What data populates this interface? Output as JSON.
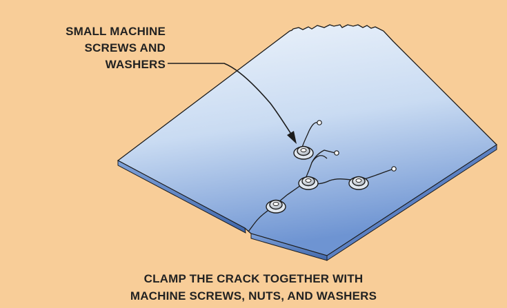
{
  "callout": {
    "line1": "SMALL MACHINE",
    "line2": "SCREWS AND",
    "line3": "WASHERS"
  },
  "caption": {
    "line1": "CLAMP THE CRACK TOGETHER WITH",
    "line2": "MACHINE SCREWS, NUTS, AND WASHERS"
  },
  "colors": {
    "background": "#f8cd98",
    "plate_top_light": "#eef4fb",
    "plate_top_dark": "#6e94d2",
    "plate_edge": "#4f76b8",
    "outline": "#1c1c1c"
  },
  "icons": [
    "screw-washer-icon"
  ]
}
